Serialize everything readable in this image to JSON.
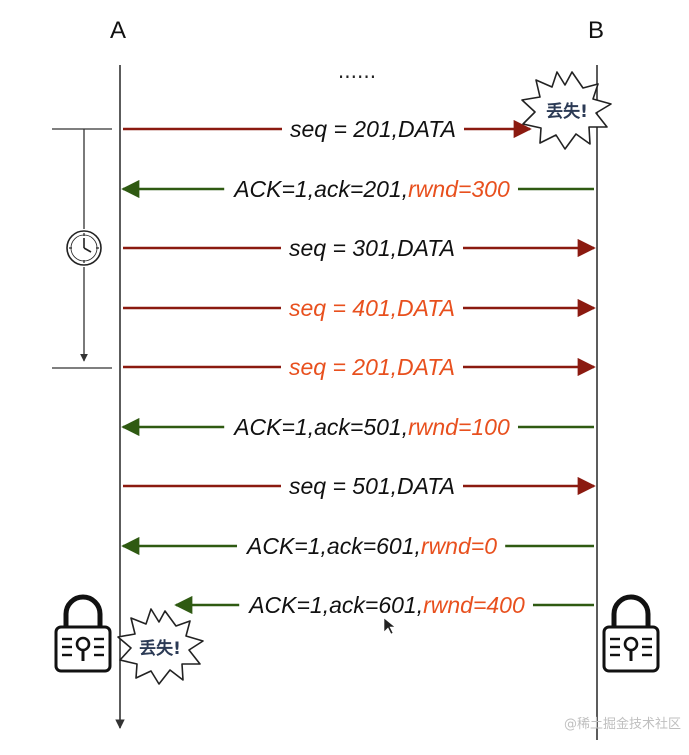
{
  "nodes": {
    "left": "A",
    "right": "B"
  },
  "ellipsis": "......",
  "lost_label": "丢失!",
  "watermark": "@稀土掘金技术社区",
  "colors": {
    "send": "#8b1a10",
    "ack": "#2f5a12",
    "highlight": "#e8501e",
    "text": "#111111",
    "line": "#333333"
  },
  "icons": {
    "timer": "clock-icon",
    "locked": "padlock-icon",
    "lost": "burst-icon"
  },
  "messages": [
    {
      "direction": "A→B",
      "parts": [
        {
          "text": "seq = 201,DATA",
          "highlight": false
        }
      ],
      "lost": true
    },
    {
      "direction": "B→A",
      "parts": [
        {
          "text": "ACK=1,ack=201,",
          "highlight": false
        },
        {
          "text": "rwnd=300",
          "highlight": true
        }
      ]
    },
    {
      "direction": "A→B",
      "parts": [
        {
          "text": "seq = 301,DATA",
          "highlight": false
        }
      ]
    },
    {
      "direction": "A→B",
      "parts": [
        {
          "text": "seq = 401,DATA",
          "highlight": true
        }
      ]
    },
    {
      "direction": "A→B",
      "parts": [
        {
          "text": "seq = 201,DATA",
          "highlight": true
        }
      ]
    },
    {
      "direction": "B→A",
      "parts": [
        {
          "text": "ACK=1,ack=501,",
          "highlight": false
        },
        {
          "text": "rwnd=100",
          "highlight": true
        }
      ]
    },
    {
      "direction": "A→B",
      "parts": [
        {
          "text": "seq = 501,DATA",
          "highlight": false
        }
      ]
    },
    {
      "direction": "B→A",
      "parts": [
        {
          "text": "ACK=1,ack=601,",
          "highlight": false
        },
        {
          "text": "rwnd=0",
          "highlight": true
        }
      ]
    },
    {
      "direction": "B→A",
      "parts": [
        {
          "text": "ACK=1,ack=601,",
          "highlight": false
        },
        {
          "text": "rwnd=400",
          "highlight": true
        }
      ],
      "lost": true
    }
  ]
}
